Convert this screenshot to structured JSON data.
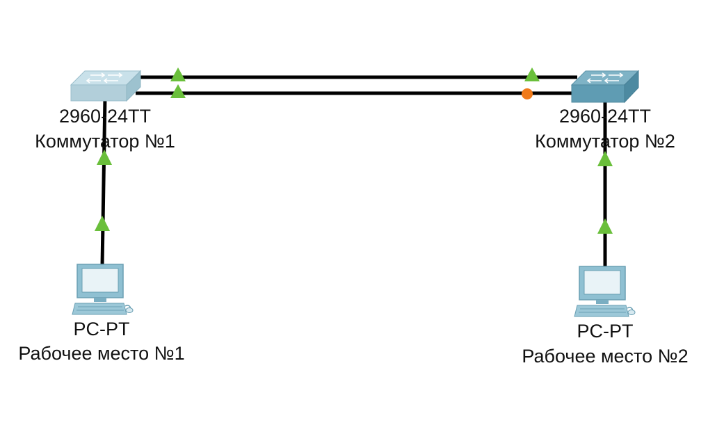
{
  "devices": [
    {
      "id": "switch1",
      "type": "switch",
      "model": "2960-24TT",
      "name": "Коммутатор №1"
    },
    {
      "id": "switch2",
      "type": "switch",
      "model": "2960-24TT",
      "name": "Коммутатор №2"
    },
    {
      "id": "pc1",
      "type": "pc",
      "model": "PC-PT",
      "name": "Рабочее место №1"
    },
    {
      "id": "pc2",
      "type": "pc",
      "model": "PC-PT",
      "name": "Рабочее место №2"
    }
  ],
  "links": [
    {
      "from": "switch1",
      "to": "switch2",
      "status_from": "up",
      "status_to": "up"
    },
    {
      "from": "switch1",
      "to": "switch2",
      "status_from": "up",
      "status_to": "blocking"
    },
    {
      "from": "pc1",
      "to": "switch1",
      "status_from": "up",
      "status_to": "up"
    },
    {
      "from": "pc2",
      "to": "switch2",
      "status_from": "up",
      "status_to": "up"
    }
  ],
  "colors": {
    "link": "#000000",
    "status_up": "#6abf3b",
    "status_blocking": "#f07a1a",
    "switch1_top": "#c4dde6",
    "switch2_top": "#6fa8bd",
    "pc_body": "#8fc0d2"
  }
}
